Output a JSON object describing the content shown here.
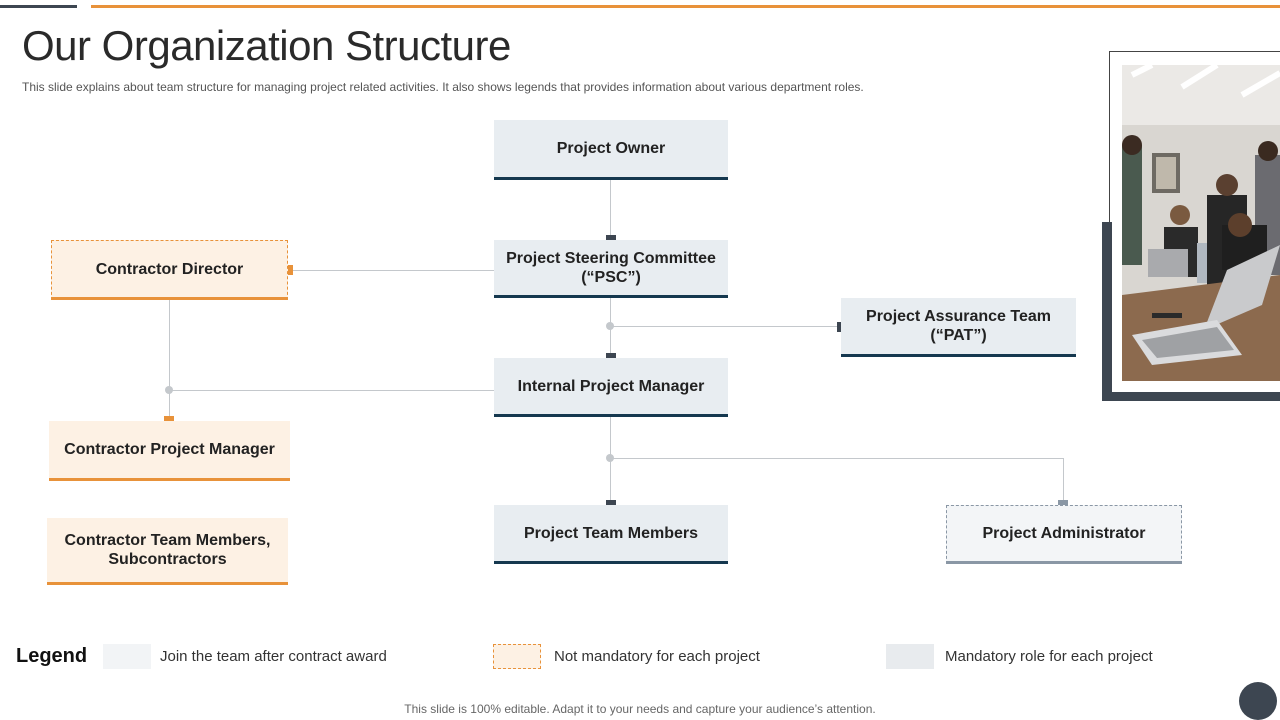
{
  "slide": {
    "title": "Our Organization Structure",
    "subtitle": "This slide explains about team structure for managing project related activities. It also shows legends that provides information about various department roles.",
    "footer": "This slide is 100% editable. Adapt it to your needs and capture your audience’s attention."
  },
  "nodes": {
    "project_owner": "Project Owner",
    "steering_committee": "Project Steering Committee (“PSC”)",
    "assurance_team": "Project Assurance Team (“PAT”)",
    "internal_pm": "Internal Project Manager",
    "team_members": "Project Team Members",
    "administrator": "Project Administrator",
    "contractor_director": "Contractor Director",
    "contractor_pm": "Contractor Project Manager",
    "contractor_team": "Contractor Team Members, Subcontractors"
  },
  "legend": {
    "title": "Legend",
    "items": [
      {
        "label": "Join the team after contract award",
        "color": "#f2f4f6"
      },
      {
        "label": "Not mandatory for each project",
        "color": "#fdf1e4"
      },
      {
        "label": "Mandatory  role for each project",
        "color": "#e8ebee"
      }
    ]
  },
  "colors": {
    "accent_orange": "#e8923a",
    "navy": "#15384f",
    "dark_slate": "#3d4651",
    "box_fill": "#e8edf1"
  }
}
